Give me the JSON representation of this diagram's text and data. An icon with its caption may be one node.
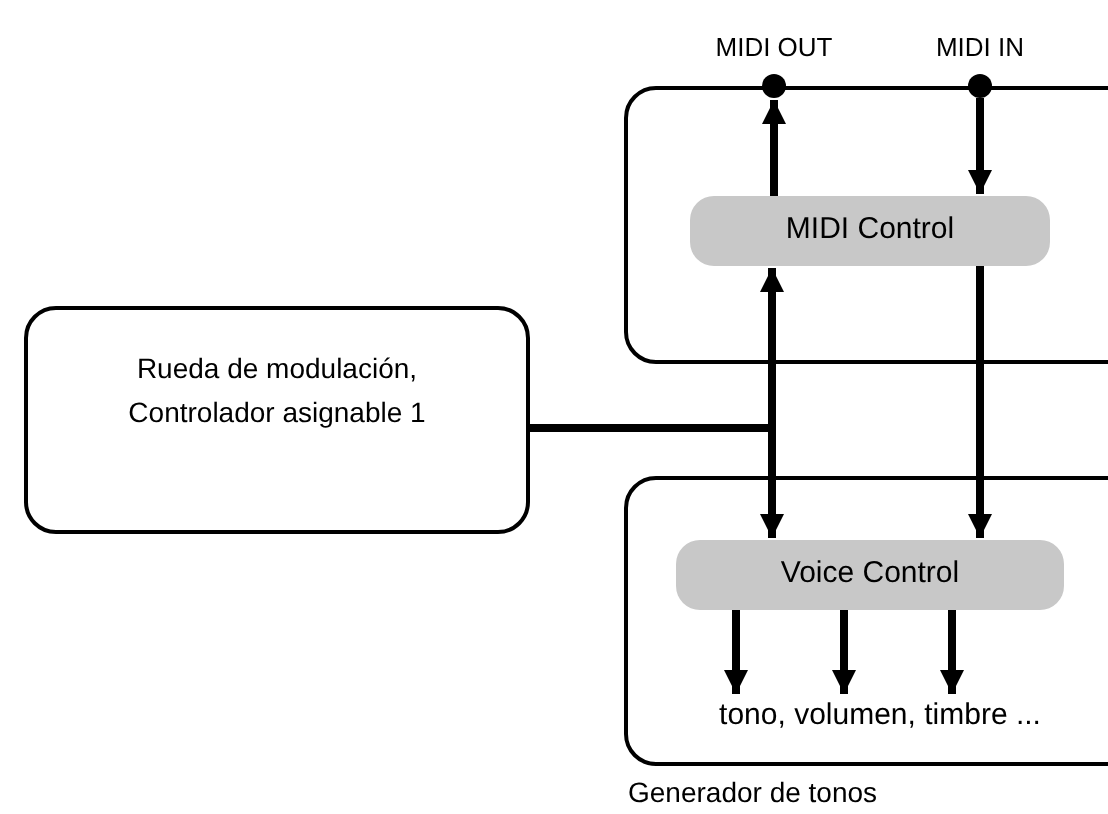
{
  "diagram": {
    "nodes": [
      {
        "text": [],
        "shape": "box"
      },
      {
        "text": [],
        "shape": "circle",
        "beside": [
          "MIDI OUT"
        ]
      },
      {
        "text": [],
        "shape": "circle",
        "beside": [
          "MIDI IN"
        ]
      },
      {
        "text": [
          "MIDI Control"
        ],
        "in": 0
      },
      {
        "text": [
          "Generador de tonos"
        ]
      },
      {
        "text": [
          "Voice Control"
        ],
        "in": 4
      },
      {
        "text": [
          "tono, volumen, timbre ..."
        ],
        "in": 4
      },
      {
        "text": [
          "Rueda de modulación, Controlador asignable 1"
        ]
      }
    ],
    "edges": [
      {
        "from": 3,
        "to": 1,
        "arrow": "to"
      },
      {
        "from": 2,
        "to": 3,
        "arrow": "to"
      },
      {
        "from": 7,
        "to": 3,
        "arrow": "to"
      },
      {
        "from": 7,
        "to": 5,
        "arrow": "to"
      },
      {
        "from": 3,
        "to": 5,
        "arrow": "to"
      },
      {
        "from": 5,
        "to": 6,
        "arrow": "to"
      },
      {
        "from": 5,
        "to": 6,
        "arrow": "to"
      },
      {
        "from": 5,
        "to": 6,
        "arrow": "to"
      }
    ]
  }
}
